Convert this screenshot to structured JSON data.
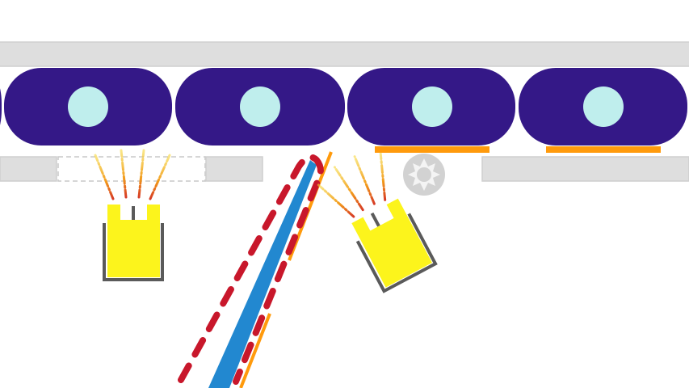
{
  "colors": {
    "background": "#ffffff",
    "rail": "#dedede",
    "rail_stroke": "#cfcfcf",
    "car_body": "#341887",
    "window": "#bfeeed",
    "accent_pad": "#ff9a0c",
    "robot_body": "#fcf41c",
    "robot_frame": "#5a5a5a",
    "laser_path": "#c8172b",
    "blue_track": "#2288d0",
    "orange_track": "#ff9a0c",
    "spark_gear": "#c9c9c9",
    "dashed_slot": "#c8c8c8"
  },
  "scene": {
    "top_rail": {
      "name": "top-rail"
    },
    "cars": [
      {
        "name": "conveyor-car-1",
        "has_pad": false
      },
      {
        "name": "conveyor-car-2",
        "has_pad": false
      },
      {
        "name": "conveyor-car-3",
        "has_pad": true
      },
      {
        "name": "conveyor-car-4",
        "has_pad": true
      }
    ],
    "lower_rail_segments": [
      {
        "name": "lower-rail-left"
      },
      {
        "name": "lower-rail-middle"
      },
      {
        "name": "lower-rail-right"
      }
    ],
    "robots": [
      {
        "name": "robot-left",
        "rotation_deg": 0
      },
      {
        "name": "robot-right",
        "rotation_deg": 28
      }
    ],
    "tracks": [
      "blue-beam-track",
      "orange-guide-rail",
      "red-dashed-laser-path"
    ],
    "gear": {
      "name": "gear-icon"
    }
  }
}
